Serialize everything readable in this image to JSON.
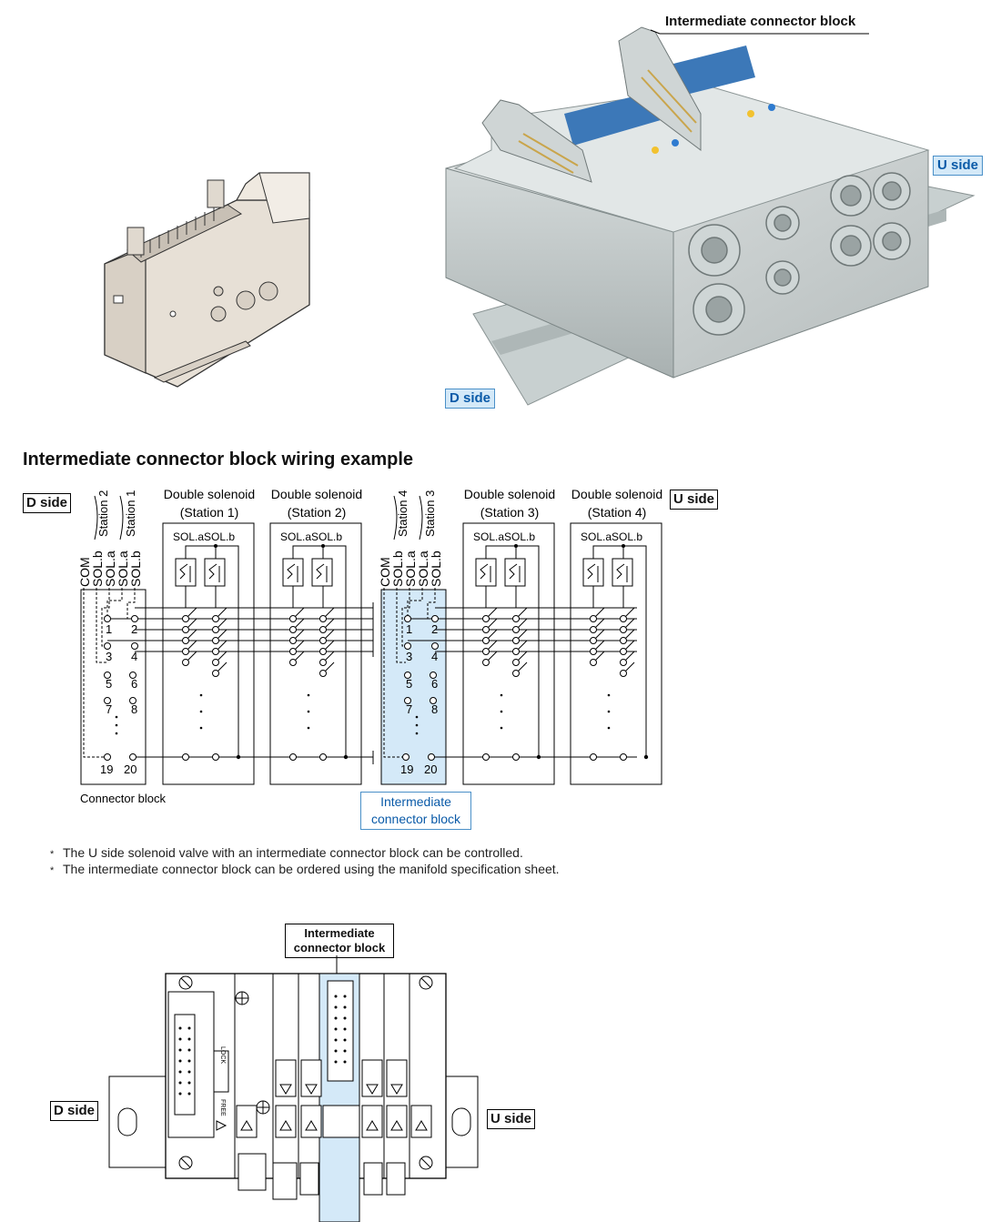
{
  "top_illustration": {
    "label_intermediate": "Intermediate connector block",
    "label_u_side": "U side",
    "label_d_side": "D side"
  },
  "wiring": {
    "title": "Intermediate connector block wiring example",
    "d_side": "D side",
    "u_side": "U side",
    "station_2": "Station 2",
    "station_1": "Station 1",
    "station_4": "Station 4",
    "station_3": "Station 3",
    "pins_left": [
      "COM",
      "SOL.b",
      "SOL.a",
      "SOL.a",
      "SOL.b"
    ],
    "pins_mid": [
      "COM",
      "SOL.b",
      "SOL.a",
      "SOL.a",
      "SOL.b"
    ],
    "double_solenoid": "Double solenoid",
    "station_labels": [
      "(Station 1)",
      "(Station 2)",
      "(Station 3)",
      "(Station 4)"
    ],
    "sol_a": "SOL.a",
    "sol_b": "SOL.b",
    "terminal_numbers": [
      "1",
      "2",
      "3",
      "4",
      "5",
      "6",
      "7",
      "8",
      "19",
      "20"
    ],
    "connector_block": "Connector block",
    "intermediate_line1": "Intermediate",
    "intermediate_line2": "connector block"
  },
  "notes": [
    "The U side solenoid valve with an intermediate connector block can be controlled.",
    "The intermediate connector block can be ordered using the manifold specification sheet."
  ],
  "note_mark": "*",
  "bottom_diagram": {
    "label_line1": "Intermediate",
    "label_line2": "connector block",
    "d_side": "D side",
    "u_side": "U side",
    "lock": "LOCK",
    "free": "FREE"
  },
  "colors": {
    "highlight_blue": "#d4e9f8",
    "tag_blue_text": "#0a5aa8",
    "module_grey": "#c9cfcf",
    "connector_beige": "#e4ddd2"
  }
}
